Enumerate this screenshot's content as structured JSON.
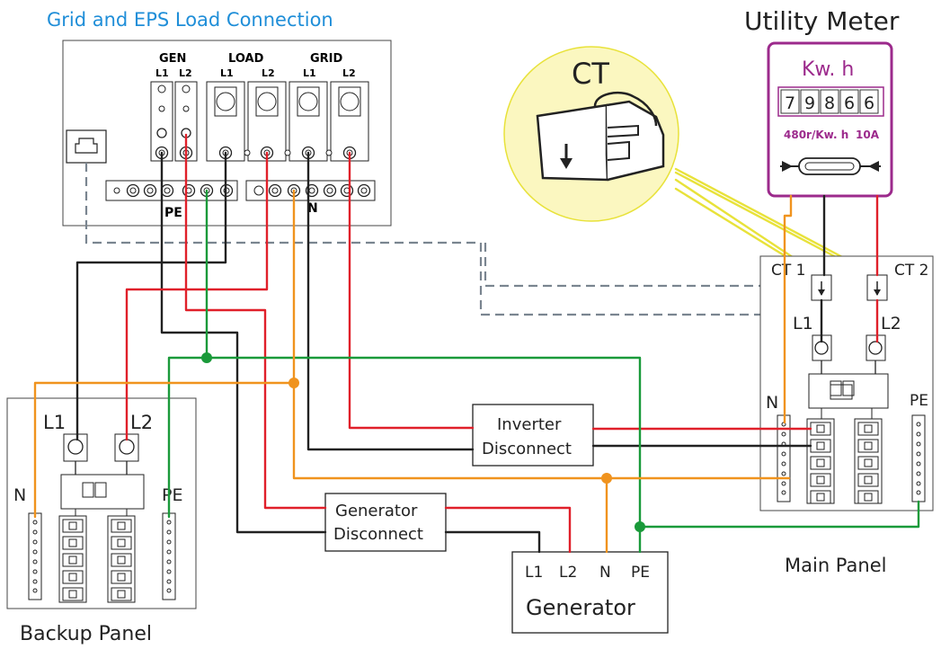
{
  "colors": {
    "title_blue": "#1f8ed8",
    "wire_black": "#222222",
    "wire_red": "#e0202a",
    "wire_green": "#1a9a3a",
    "wire_orange": "#f0931e",
    "wire_yellow": "#e8e23a",
    "ct_circle": "#fbf7c0",
    "meter_frame": "#9c2a8c",
    "dashed": "#7a8590"
  },
  "diagram": {
    "title": "Grid and EPS Load Connection",
    "terminal_block": {
      "gen": "GEN",
      "load": "LOAD",
      "grid": "GRID",
      "l1": "L1",
      "l2": "L2",
      "pe": "PE",
      "n": "N"
    },
    "utility_meter": {
      "title": "Utility Meter",
      "unit": "Kw. h",
      "digits": [
        "7",
        "9",
        "8",
        "6",
        "6"
      ],
      "spec_rate": "480r/Kw. h",
      "spec_amp": "10A"
    },
    "ct_callout": {
      "label": "CT"
    },
    "main_panel": {
      "label": "Main Panel",
      "ct1": "CT 1",
      "ct2": "CT 2",
      "l1": "L1",
      "l2": "L2",
      "n": "N",
      "pe": "PE"
    },
    "backup_panel": {
      "label": "Backup Panel",
      "l1": "L1",
      "l2": "L2",
      "n": "N",
      "pe": "PE"
    },
    "inverter_disconnect": {
      "line1": "Inverter",
      "line2": "Disconnect"
    },
    "generator_disconnect": {
      "line1": "Generator",
      "line2": "Disconnect"
    },
    "generator": {
      "label": "Generator",
      "t_l1": "L1",
      "t_l2": "L2",
      "t_n": "N",
      "t_pe": "PE"
    }
  }
}
